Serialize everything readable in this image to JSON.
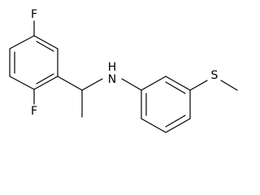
{
  "molecule": {
    "atoms": [
      {
        "id": "F1",
        "label": "F"
      },
      {
        "id": "F2",
        "label": "F"
      },
      {
        "id": "N1",
        "label": "H\nN"
      },
      {
        "id": "S1",
        "label": "S"
      }
    ]
  }
}
